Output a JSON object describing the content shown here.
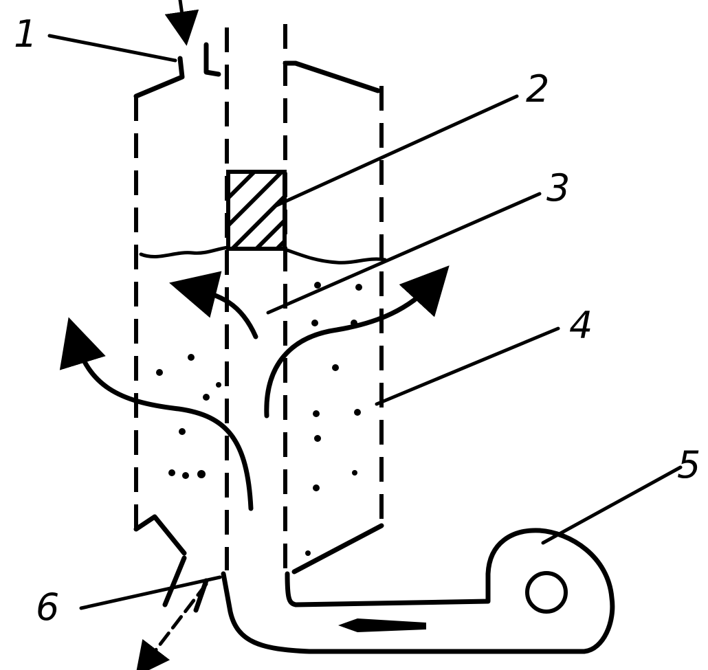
{
  "labels": {
    "l1": "1",
    "l2": "2",
    "l3": "3",
    "l4": "4",
    "l5": "5",
    "l6": "6"
  },
  "colors": {
    "ink": "#000000",
    "paper": "#ffffff"
  }
}
